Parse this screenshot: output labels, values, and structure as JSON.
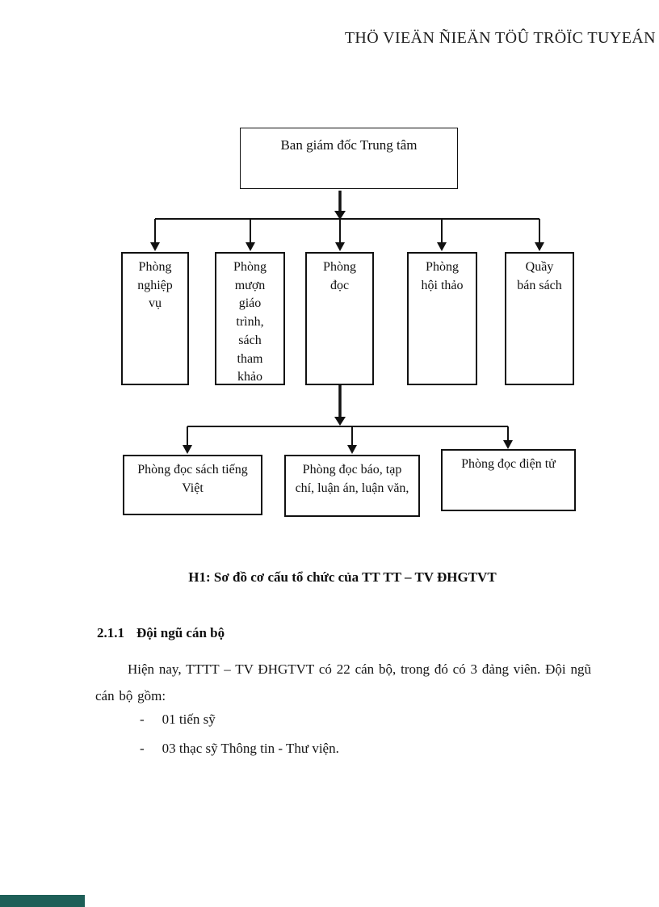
{
  "page": {
    "header_watermark": "THÖ VIEÄN ÑIEÄN TÖÛ TRÖÏC TUYEÁN"
  },
  "diagram": {
    "root": "Ban giám đốc Trung tâm",
    "level2": [
      "Phòng nghiệp vụ",
      "Phòng mượn giáo trình, sách tham khảo",
      "Phòng đọc",
      "Phòng hội thảo",
      "Quầy bán sách"
    ],
    "level3": [
      "Phòng đọc sách tiếng Việt",
      "Phòng đọc báo, tạp chí, luận án, luận văn,",
      "Phòng đọc điện tử"
    ],
    "caption": "H1: Sơ đồ cơ cấu tổ chức của TT TT – TV ĐHGTVT"
  },
  "section": {
    "heading_number": "2.1.1",
    "heading_title": "Đội ngũ cán bộ",
    "paragraph": "Hiện nay, TTTT – TV ĐHGTVT có 22 cán bộ, trong đó có 3 đảng viên. Đội ngũ cán bộ gồm:",
    "bullets": [
      {
        "marker": "-",
        "text": "01 tiến sỹ"
      },
      {
        "marker": "-",
        "text": "03 thạc sỹ Thông tin - Thư viện."
      }
    ]
  },
  "watermark_bar": {
    "color": "#1E5F58"
  }
}
